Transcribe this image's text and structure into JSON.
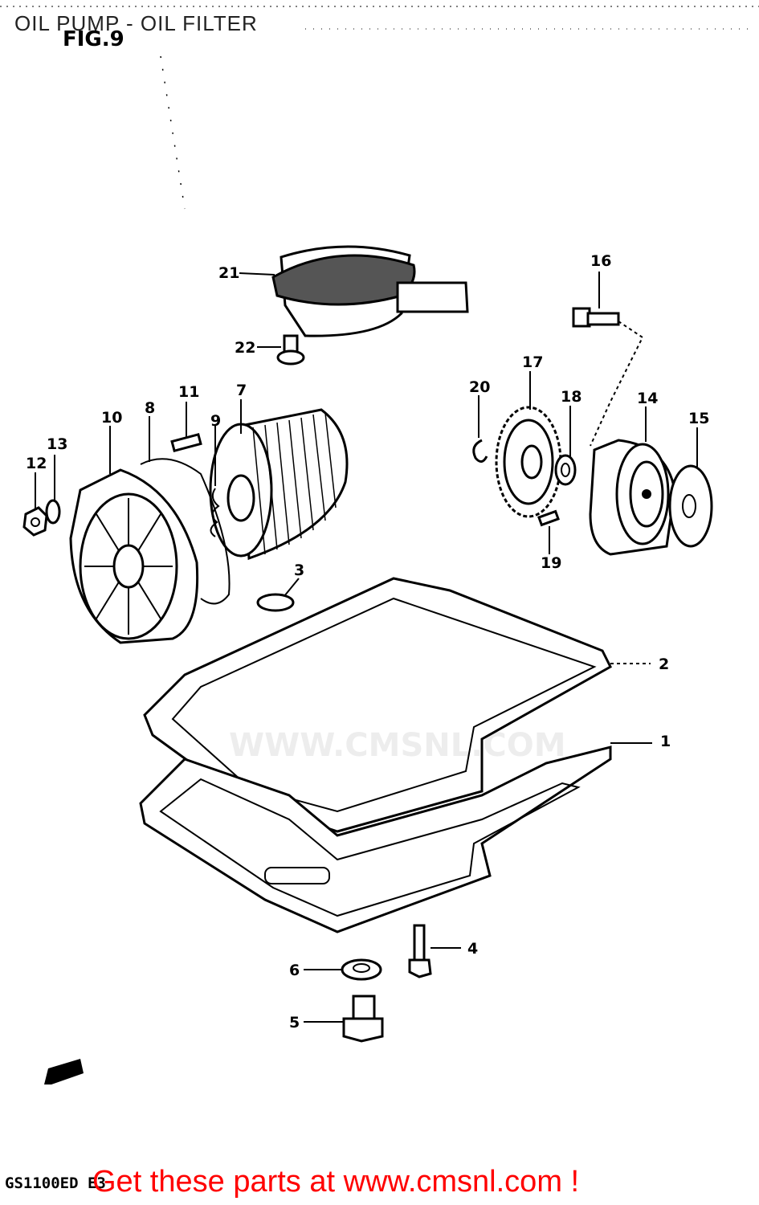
{
  "header": {
    "title": "OIL PUMP - OIL FILTER",
    "figure": "FIG.9"
  },
  "callouts": [
    {
      "num": "1",
      "part": "oil-pan"
    },
    {
      "num": "2",
      "part": "oil-pan-gasket"
    },
    {
      "num": "3",
      "part": "o-ring"
    },
    {
      "num": "4",
      "part": "oil-pan-bolt"
    },
    {
      "num": "5",
      "part": "drain-plug"
    },
    {
      "num": "6",
      "part": "drain-plug-gasket"
    },
    {
      "num": "7",
      "part": "oil-filter"
    },
    {
      "num": "8",
      "part": "filter-cover-gasket"
    },
    {
      "num": "9",
      "part": "filter-spring"
    },
    {
      "num": "10",
      "part": "filter-cover"
    },
    {
      "num": "11",
      "part": "dowel-pin"
    },
    {
      "num": "12",
      "part": "nut"
    },
    {
      "num": "13",
      "part": "washer"
    },
    {
      "num": "14",
      "part": "oil-pump"
    },
    {
      "num": "15",
      "part": "pump-gasket"
    },
    {
      "num": "16",
      "part": "pump-bolt"
    },
    {
      "num": "17",
      "part": "pump-sprocket"
    },
    {
      "num": "18",
      "part": "washer"
    },
    {
      "num": "19",
      "part": "pin"
    },
    {
      "num": "20",
      "part": "circlip"
    },
    {
      "num": "21",
      "part": "oil-strainer"
    },
    {
      "num": "22",
      "part": "strainer-screw"
    }
  ],
  "footer": {
    "model": "GS1100ED E3",
    "banner": "Get these parts at www.cmsnl.com !"
  },
  "watermark": "WWW.CMSNL.COM"
}
